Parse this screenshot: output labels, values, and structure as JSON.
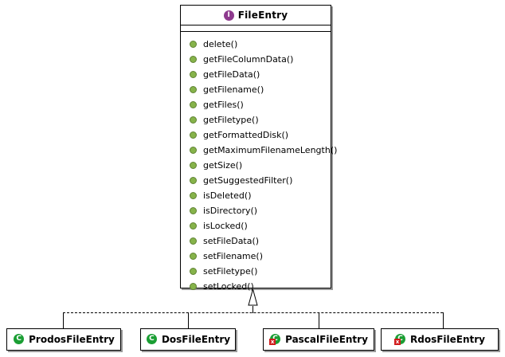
{
  "diagram": {
    "type": "uml-class-diagram",
    "relationship": "realization",
    "background_color": "#ffffff"
  },
  "interface": {
    "name": "FileEntry",
    "stereotype_icon": "interface-icon",
    "icon_letter": "I",
    "icon_color": "#8e3a8e",
    "attributes": [],
    "methods": [
      {
        "label": "delete()",
        "icon": "public-method-icon"
      },
      {
        "label": "getFileColumnData()",
        "icon": "public-method-icon"
      },
      {
        "label": "getFileData()",
        "icon": "public-method-icon"
      },
      {
        "label": "getFilename()",
        "icon": "public-method-icon"
      },
      {
        "label": "getFiles()",
        "icon": "public-method-icon"
      },
      {
        "label": "getFiletype()",
        "icon": "public-method-icon"
      },
      {
        "label": "getFormattedDisk()",
        "icon": "public-method-icon"
      },
      {
        "label": "getMaximumFilenameLength()",
        "icon": "public-method-icon"
      },
      {
        "label": "getSize()",
        "icon": "public-method-icon"
      },
      {
        "label": "getSuggestedFilter()",
        "icon": "public-method-icon"
      },
      {
        "label": "isDeleted()",
        "icon": "public-method-icon"
      },
      {
        "label": "isDirectory()",
        "icon": "public-method-icon"
      },
      {
        "label": "isLocked()",
        "icon": "public-method-icon"
      },
      {
        "label": "setFileData()",
        "icon": "public-method-icon"
      },
      {
        "label": "setFilename()",
        "icon": "public-method-icon"
      },
      {
        "label": "setFiletype()",
        "icon": "public-method-icon"
      },
      {
        "label": "setLocked()",
        "icon": "public-method-icon"
      }
    ],
    "method_icon_color": "#86b34a"
  },
  "subclasses": [
    {
      "name": "ProdosFileEntry",
      "icon": "class-icon",
      "icon_letter": "C",
      "has_error_badge": false
    },
    {
      "name": "DosFileEntry",
      "icon": "class-icon",
      "icon_letter": "C",
      "has_error_badge": false
    },
    {
      "name": "PascalFileEntry",
      "icon": "class-error-icon",
      "icon_letter": "C",
      "has_error_badge": true,
      "badge_glyph": "x"
    },
    {
      "name": "RdosFileEntry",
      "icon": "class-error-icon",
      "icon_letter": "C",
      "has_error_badge": true,
      "badge_glyph": "x"
    }
  ],
  "colors": {
    "class_icon_green": "#1a9e33",
    "error_badge_red": "#d01c1c",
    "interface_purple": "#8e3a8e",
    "line_black": "#000000",
    "shadow_gray": "#9a9a9a"
  }
}
